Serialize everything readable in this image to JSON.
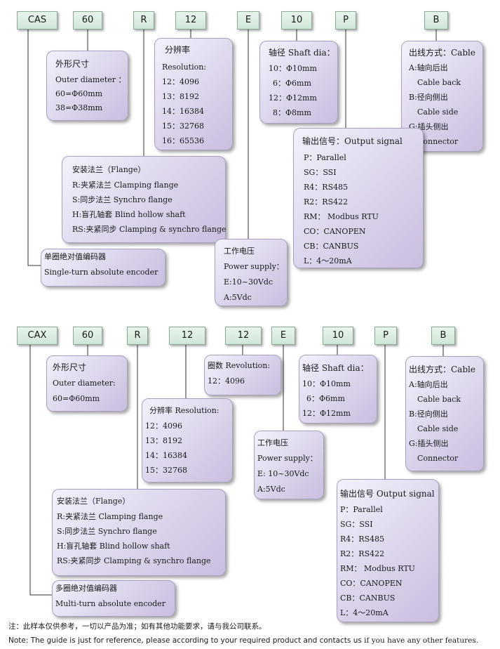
{
  "top": {
    "codes": [
      "CAS",
      "60",
      "R",
      "12",
      "E",
      "10",
      "P",
      "B"
    ],
    "outer_diameter": [
      "外形尺寸",
      "Outer diameter ：",
      "60=Φ60mm",
      "38=Φ38mm"
    ],
    "resolution": [
      "分辨率",
      "Resolution:",
      "12：4096",
      "13：8192",
      "14：16384",
      "15：32768",
      "16：65536"
    ],
    "shaft": [
      "轴径 Shaft dia：",
      "10：Φ10mm",
      "6：Φ6mm",
      "12：Φ12mm",
      "8：Φ8mm"
    ],
    "cable": [
      "出线方式：Cable",
      "A:轴向后出",
      "Cable back",
      "B:径向侧出",
      "Cable side",
      "G:插头侧出",
      "Connector"
    ],
    "output": [
      "输出信号：Output signal",
      "P：Parallel",
      "SG：SSI",
      "R4：RS485",
      "R2：RS422",
      "RM：    Modbus RTU",
      "CO：CANOPEN",
      "CB：CANBUS",
      "L：4～20mA"
    ],
    "flange": [
      "安装法兰（Flange）",
      "R:夹紧法兰 Clamping flange",
      "S:同步法兰 Synchro flange",
      "H:盲孔轴套 Blind hollow shaft",
      "RS:夹紧同步 Clamping & synchro flange"
    ],
    "power": [
      "工作电压",
      "Power supply：",
      "E:10~30Vdc",
      "A:5Vdc"
    ],
    "type": [
      "单圈绝对值编码器",
      "Single-turn absolute encoder"
    ]
  },
  "bottom": {
    "codes": [
      "CAX",
      "60",
      "R",
      "12",
      "12",
      "E",
      "10",
      "P",
      "B"
    ],
    "outer_diameter": [
      "外形尺寸",
      "Outer diameter:",
      "60=Φ60mm"
    ],
    "turns": [
      "圈数 Revolution:",
      "12：4096"
    ],
    "resolution": [
      "分辨率 Resolution:",
      "12：4096",
      "13：8192",
      "14：16384",
      "15：32768"
    ],
    "shaft": [
      "轴径 Shaft dia：",
      "10：Φ10mm",
      "6：Φ6mm",
      "12：Φ12mm"
    ],
    "cable": [
      "出线方式：Cable",
      "A:轴向后出",
      "Cable back",
      "B:径向侧出",
      "Cable side",
      "G:插头侧出",
      "Connector"
    ],
    "power": [
      "工作电压",
      "Power supply：",
      "E: 10~30Vdc",
      "A:5Vdc"
    ],
    "output": [
      "输出信号 Output signal",
      "P：Parallel",
      "SG：SSI",
      "R4：RS485",
      "R2：RS422",
      "RM：    Modbus RTU",
      "CO：CANOPEN",
      "CB：CANBUS",
      "L：4～20mA"
    ],
    "flange": [
      "安装法兰（Flange）",
      "R:夹紧法兰 Clamping flange",
      "S:同步法兰 Synchro flange",
      "H:盲孔轴套 Blind hollow shaft",
      "RS:夹紧同步 Clamping & synchro flange"
    ],
    "type": [
      "多圈绝对值编码器",
      "Multi-turn absolute encoder"
    ]
  },
  "note_cn": "注：此样本仅供参考，一切以产品为准；如有其他功能要求，请与我公司联系。",
  "note_en_a": "Note: The guide is just for reference, please according to your required product and contacts us",
  "note_en_b": " if you have any other features."
}
